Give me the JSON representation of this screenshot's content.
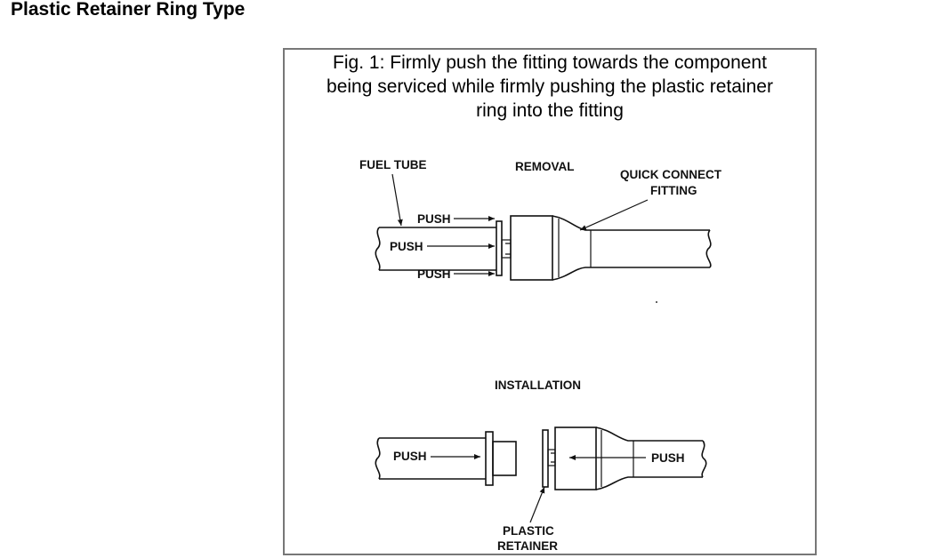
{
  "page": {
    "heading": "Plastic Retainer Ring Type"
  },
  "figure": {
    "caption_lines": [
      "Fig. 1: Firmly push the fitting towards the component",
      "being serviced while firmly pushing the plastic retainer",
      "ring into the fitting"
    ],
    "removal": {
      "title": "REMOVAL",
      "fuel_tube_label": "FUEL TUBE",
      "fitting_label_line1": "QUICK CONNECT",
      "fitting_label_line2": "FITTING",
      "push_labels": [
        "PUSH",
        "PUSH",
        "PUSH"
      ]
    },
    "installation": {
      "title": "INSTALLATION",
      "left_push_label": "PUSH",
      "right_push_label": "PUSH",
      "retainer_label_line1": "PLASTIC",
      "retainer_label_line2": "RETAINER"
    }
  }
}
